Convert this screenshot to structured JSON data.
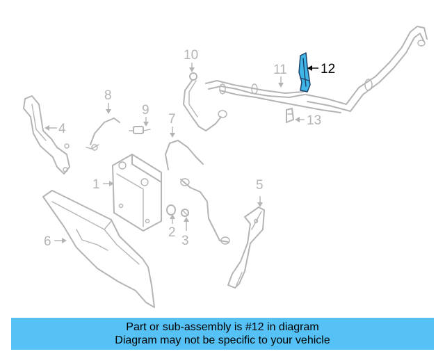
{
  "callouts": [
    {
      "id": "1",
      "label": "1"
    },
    {
      "id": "2",
      "label": "2"
    },
    {
      "id": "3",
      "label": "3"
    },
    {
      "id": "4",
      "label": "4"
    },
    {
      "id": "5",
      "label": "5"
    },
    {
      "id": "6",
      "label": "6"
    },
    {
      "id": "7",
      "label": "7"
    },
    {
      "id": "8",
      "label": "8"
    },
    {
      "id": "9",
      "label": "9"
    },
    {
      "id": "10",
      "label": "10"
    },
    {
      "id": "11",
      "label": "11"
    },
    {
      "id": "12",
      "label": "12"
    },
    {
      "id": "13",
      "label": "13"
    }
  ],
  "highlighted_part": "12",
  "colors": {
    "highlight_fill": "#3fb5e8",
    "banner_background": "#55c1f4",
    "linework": "#b4b4b4"
  },
  "banner": {
    "line1": "Part or sub-assembly is #12 in diagram",
    "line2": "Diagram may not be specific to your vehicle"
  }
}
